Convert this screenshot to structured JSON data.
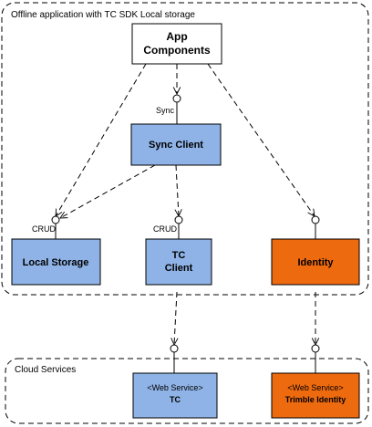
{
  "colors": {
    "blue_fill": "#8fb3e6",
    "blue_stroke": "#4a6fa8",
    "orange_fill": "#ee6a0f",
    "orange_stroke": "#9c4208",
    "white_fill": "#ffffff",
    "line": "#000000",
    "group_border": "#000000"
  },
  "groups": {
    "offline": {
      "title": "Offline application with TC SDK Local storage"
    },
    "cloud": {
      "title": "Cloud Services"
    }
  },
  "nodes": {
    "app": {
      "line1": "App",
      "line2": "Components"
    },
    "sync": {
      "label": "Sync Client"
    },
    "local": {
      "label": "Local Storage"
    },
    "tcclient": {
      "line1": "TC",
      "line2": "Client"
    },
    "identity": {
      "label": "Identity"
    },
    "tcws": {
      "line1": "<Web Service>",
      "line2": "TC"
    },
    "trimble": {
      "line1": "<Web Service>",
      "line2": "Trimble Identity"
    }
  },
  "interfaces": {
    "sync": "Sync",
    "crud_local": "CRUD",
    "crud_tc": "CRUD"
  }
}
